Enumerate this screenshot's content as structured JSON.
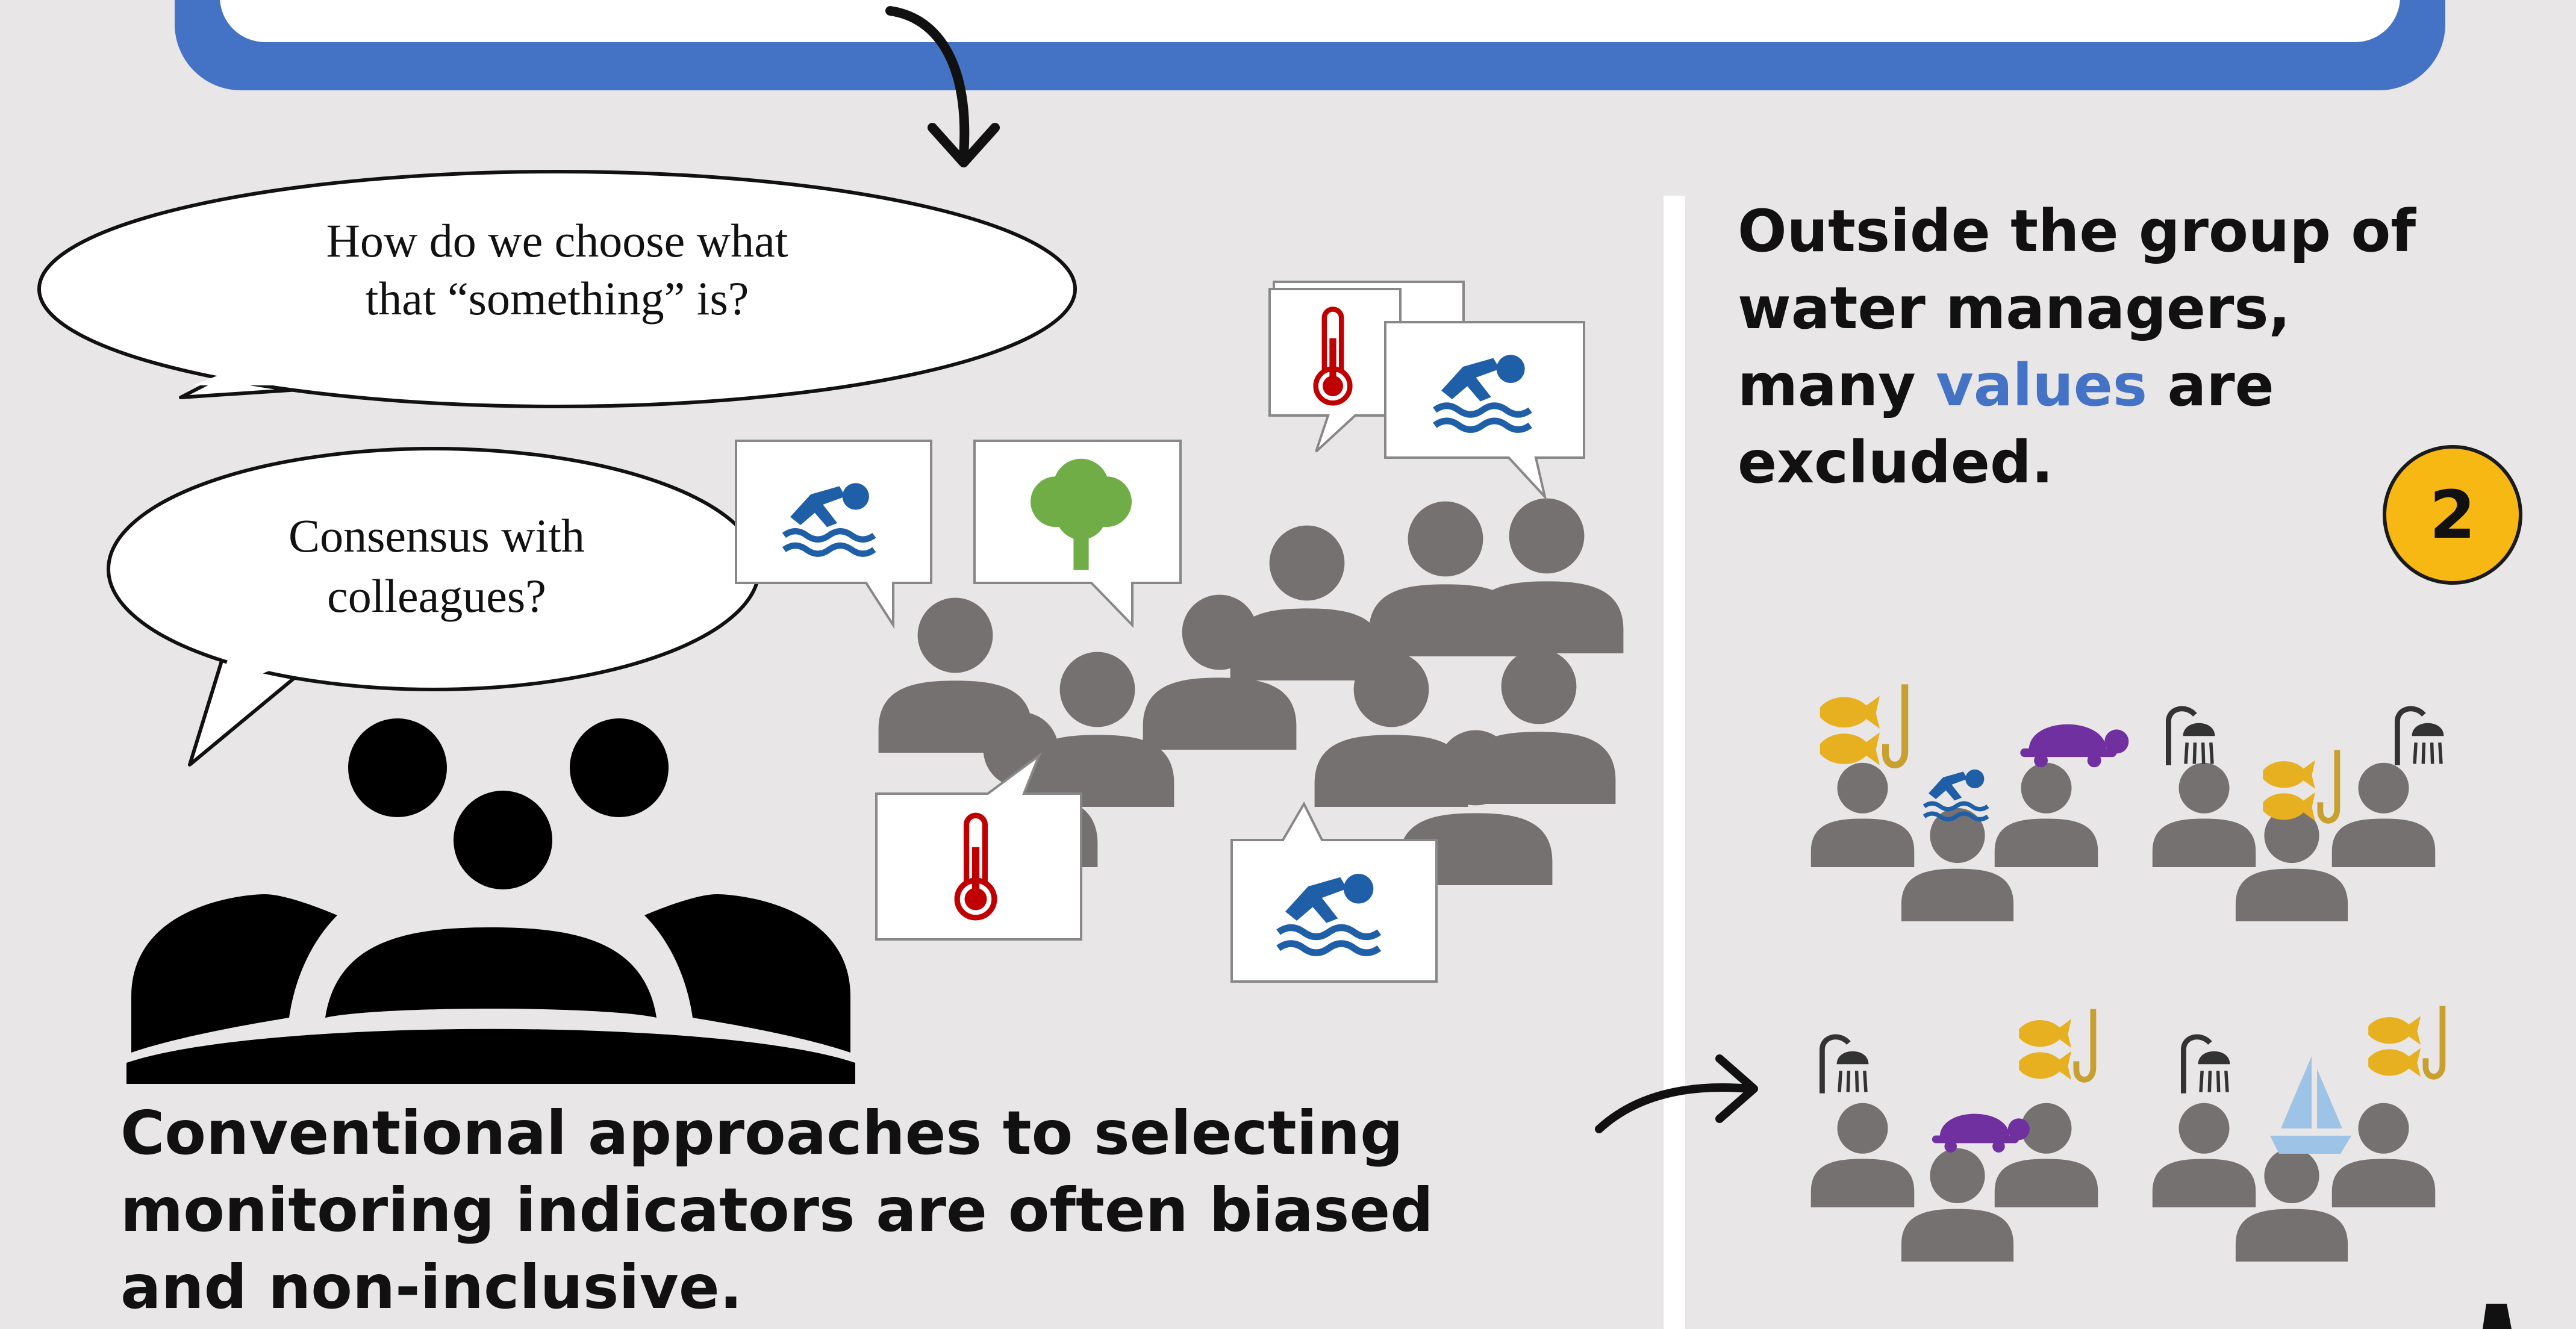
{
  "bubbles": {
    "question_line1": "How do we choose what",
    "question_line2": "that “something” is?",
    "answer_line1": "Consensus with",
    "answer_line2": "colleagues?"
  },
  "right_panel": {
    "line1": "Outside the group of",
    "line2": "water managers,",
    "line3_pre": "many ",
    "line3_highlight": "values",
    "line3_post": " are",
    "line4": "excluded.",
    "step_number": "2"
  },
  "bottom_caption": {
    "line1": "Conventional approaches to selecting",
    "line2": "monitoring indicators are often biased",
    "line3": "and non-inclusive."
  },
  "icons": [
    "swimming-icon",
    "tree-icon",
    "thermometer-icon",
    "fish-hook-icon",
    "turtle-icon",
    "shower-icon",
    "sailboat-icon"
  ],
  "colors": {
    "background": "#e8e6e6",
    "frame_blue": "#4472c4",
    "highlight_blue": "#4472c4",
    "people_gray": "#767171",
    "badge_yellow": "#f8b814",
    "thermometer_red": "#c00000",
    "tree_green": "#70ad47",
    "turtle_purple": "#7030a0",
    "fish_gold": "#e6b020",
    "sail_blue": "#9dc3e6"
  }
}
